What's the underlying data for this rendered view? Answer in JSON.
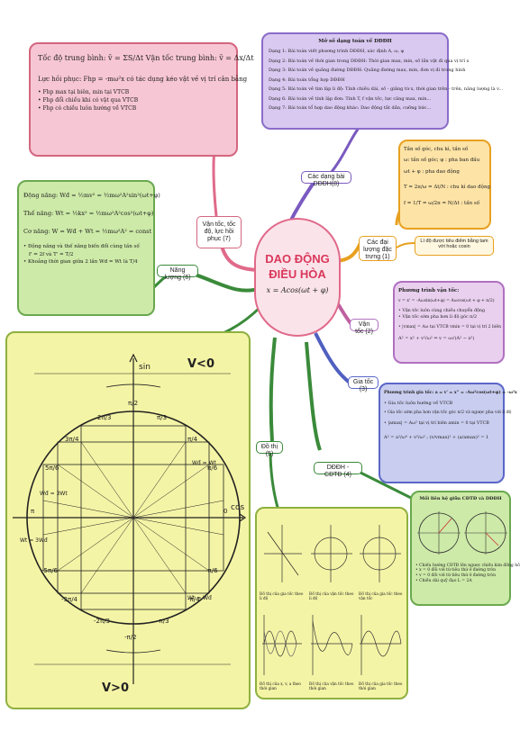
{
  "center": {
    "title_line1": "DAO ĐỘNG",
    "title_line2": "ĐIỀU HÒA",
    "formula": "x = Acos(ωt + φ)"
  },
  "colors": {
    "pink": "#f7c6d4",
    "violet": "#d9c8f0",
    "orange": "#fde3a6",
    "blue": "#c9cdef",
    "green": "#cdeaa8",
    "yellow": "#f4f4a6",
    "red_title": "#d9385a"
  },
  "branches": {
    "velocity": "Vận tốc, tốc độ, lực hồi phục (7)",
    "energy": "Năng lượng (6)",
    "problems": "Các dạng bài DĐĐH(8)",
    "quantities": "Các đại lượng đặc trưng (1)",
    "velocity2": "Vận tốc (2)",
    "acceleration": "Gia tốc (3)",
    "graph": "Đồ thị (5)",
    "relation": "DĐĐH - CĐTĐ (4)",
    "note": "Lí độ được tiêu điểm bằng tam với hoặc cosin"
  },
  "pink_box": {
    "line1": "Tốc độ trung bình: v̄ = ΣS/Δt  Vận tốc trung bình: v̄ = Δx/Δt",
    "line2": "Lực hồi phục: Fhp = -mω²x có tác dụng kéo vật về vị trí cân bằng",
    "b1": "• Fhp max tại biên, min tại VTCB",
    "b2": "• Fhp đổi chiều khi có vật qua VTCB",
    "b3": "• Fhp có chiều luôn hướng về VTCB"
  },
  "green_box": {
    "l1": "Động năng: Wđ = ½mv² = ½mω²A²sin²(ωt+φ)",
    "l2": "Thế năng: Wt = ½kx² = ½mω²A²cos²(ωt+φ)",
    "l3": "Cơ năng: W = Wđ + Wt = ½mω²A² = const",
    "b1": "• Động năng và thế năng biến đổi cùng tần số",
    "b1b": "f' = 2f và T' = T/2",
    "b2": "• Khoảng thời gian giữa 2 lần Wđ = Wt là T/4"
  },
  "violet_box": {
    "title": "Mở số dạng toán về DĐĐH",
    "items": [
      "Dạng 1: Bài toán viết phương trình DĐĐH, xác định A, ω, φ",
      "Dạng 2: Bài toán về thời gian trong DĐĐH: Thời gian max, min, số lần vật đi qua vị trí x",
      "Dạng 3: Bài toán về quãng đường DĐĐH: Quãng đường max, min, đơn vị đi trong hình",
      "Dạng 4: Bài toán tổng hợp DĐĐH",
      "Dạng 5: Bài toán về tìm lặp li độ: Tính chiều dài, số - giảng từ x, thời gian trên - trên, năng lượng là v...",
      "Dạng 6: Bài toán về tính lặp đơn: Tính T, f vận tốc, lực căng max, min...",
      "Dạng 7: Bài toán tổ hợp dao động khác: Dao động tắt dần, cưỡng bức..."
    ]
  },
  "orange_box": {
    "l1": "Tần số góc, chu kì, tần số",
    "l2": "ω: tần số góc; φ : pha ban đầu",
    "l3": "ωt + φ : pha dao động",
    "l4": "T = 2π/ω = Δt/N : chu kì dao động",
    "l5": "f = 1/T = ω/2π = N/Δt : tần số"
  },
  "velocity_box": {
    "title": "Phương trình vận tốc:",
    "l1": "v = x' = -Aωsin(ωt+φ) = Aωcos(ωt + φ + π/2)",
    "b1": "• Vận tốc luôn cùng chiều chuyển động",
    "b2": "• Vận tốc sớm pha hơn li độ góc π/2",
    "b3": "• |vmax| = Aω tại VTCB   vmin = 0 tại vị trí 2 biên",
    "l2": "A² = x² + v²/ω²  ⇒ v = ω√(A² − x²)"
  },
  "accel_box": {
    "title": "Phương trình gia tốc: a = v' = x'' = -Aω²cos(ωt+φ) = -ω²x",
    "b1": "• Gia tốc luôn hướng về VTCB",
    "b2": "• Gia tốc sớm pha hơn vận tốc góc π/2 và ngược pha với li độ",
    "b3": "• |amax| = Aω² tại vị trí biên   amin = 0 tại VTCB",
    "l2": "A² = a²/ω⁴ + v²/ω² ;  (v/vmax)² + (a/amax)² = 1"
  },
  "relation_box": {
    "title": "Mối liên hệ giữa CĐTĐ và DĐĐH",
    "b1": "• Chiếu hướng CĐTĐ lên ngược chiều kim đồng hồ",
    "b2": "• x = 0 đối với từ tiêu thứ ở đường tròn",
    "b3": "• v = 0 đối với từ tiêu thứ ở đường tròn",
    "b4": "• Chiều dài quỹ đạo L = 2A"
  },
  "graph_box": {
    "c1": "Đồ thị của gia tốc theo li độ",
    "c2": "Đồ thị của vận tốc theo li độ",
    "c3": "Đồ thị của gia tốc theo vận tốc",
    "c4": "Đồ thị của x, v, a theo thời gian",
    "c5": "Đồ thị của vận tốc theo thời gian",
    "c6": "Đồ thị của gia tốc theo thời gian"
  },
  "circle": {
    "title_top": "V<0",
    "title_bottom": "V>0",
    "axis_v": "sin",
    "axis_h": "cos",
    "labels": [
      "π/2",
      "2π/3",
      "π/3",
      "3π/4",
      "π/4",
      "5π/6",
      "π/6",
      "π",
      "0",
      "-π/2",
      "-2π/3",
      "-π/3",
      "-3π/4",
      "-π/4",
      "-5π/6",
      "-π/6"
    ],
    "energy_labels": [
      "Wđ = 3Wt",
      "Wđ = Wt",
      "Wt = 3Wđ",
      "Wt = Wđ"
    ]
  }
}
